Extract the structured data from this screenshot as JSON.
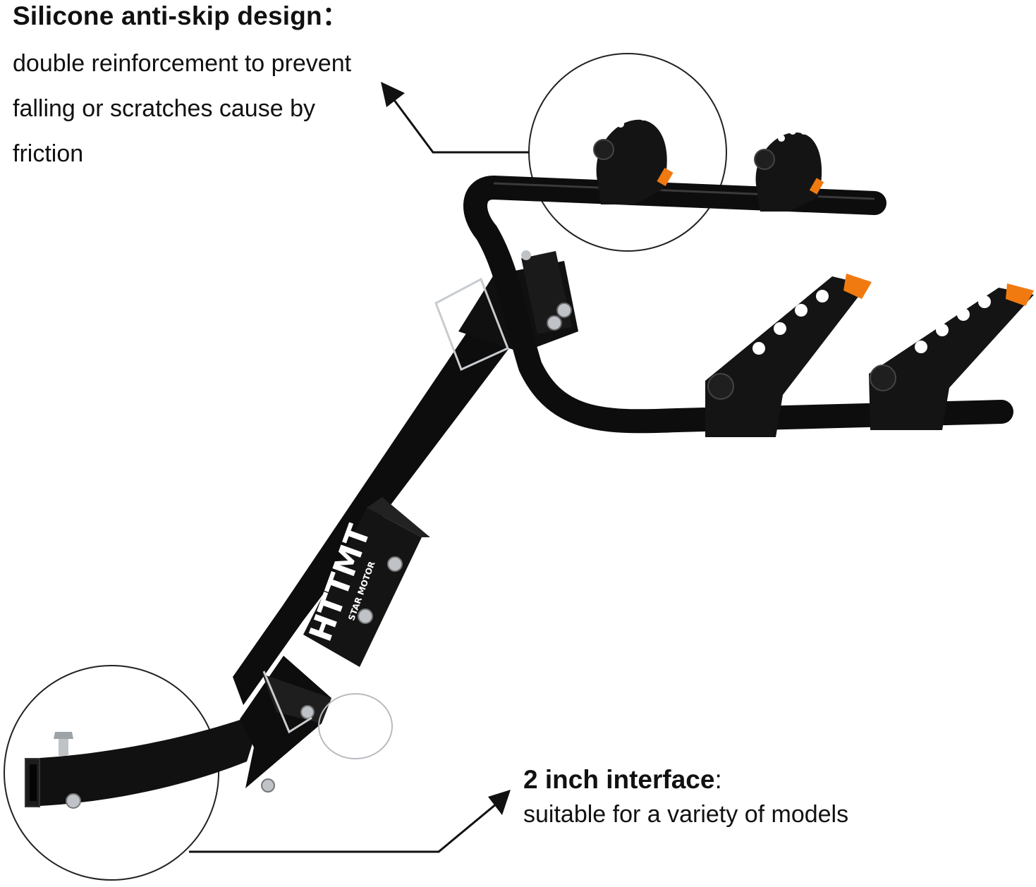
{
  "callouts": {
    "top": {
      "headline": "Silicone anti-skip design：",
      "lines": [
        "double reinforcement to prevent",
        "falling or scratches cause by",
        "friction"
      ]
    },
    "bottom": {
      "headline": "2 inch interface",
      "headline_suffix": ":",
      "body": "suitable for a variety of models"
    }
  },
  "product": {
    "brand": "HTTMT",
    "brand_sub": "STAR MOTOR",
    "colors": {
      "frame": "#0d0d0d",
      "accent": "#f07a10",
      "hardware": "#bfc3c7",
      "callout_line": "#111111"
    }
  }
}
